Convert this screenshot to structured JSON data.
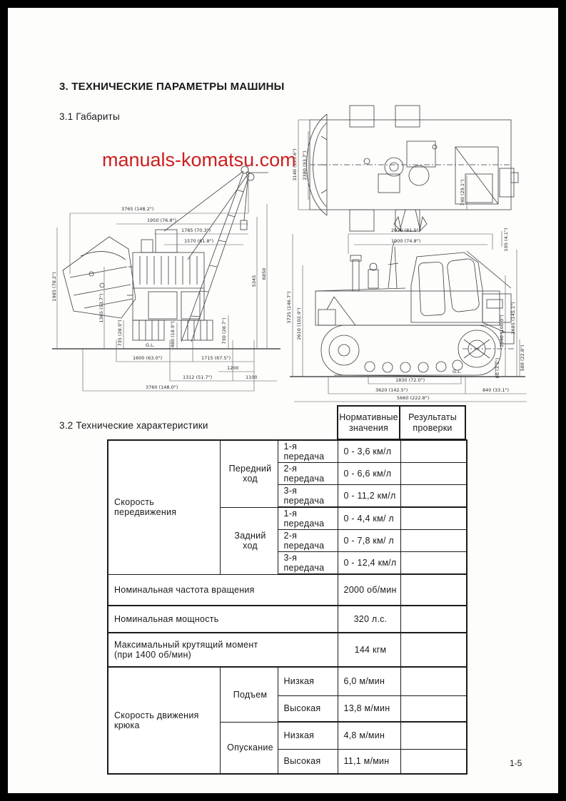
{
  "page": {
    "title": "3. ТЕХНИЧЕСКИЕ ПАРАМЕТРЫ МАШИНЫ",
    "section_3_1": "3.1  Габариты",
    "section_3_2": "3.2  Технические характеристики",
    "page_number": "1-5",
    "watermark_text": "manuals-komatsu.com",
    "watermark_color": "#cc1f1f"
  },
  "drawings": {
    "front": {
      "dims": [
        "3765 (148.2\")",
        "1950 (76.8\")",
        "1785 (70.3\")",
        "1570 (61.8\")",
        "5345",
        "6850",
        "1985 (78.2\")",
        "1365 (53.7\")",
        "735 (28.9\")",
        "730 (28.7\")",
        "480 (18.9\")",
        "1600 (63.0\")",
        "1715 (67.5\")",
        "1200",
        "1312 (51.7\")",
        "1100",
        "3760 (148.0\")",
        "G.L."
      ]
    },
    "top": {
      "dims": [
        "3140 (123.6\")",
        "2380 (93.7\")",
        "740 (29.1\")"
      ]
    },
    "side": {
      "dims": [
        "2070 (81.5\")",
        "1900 (74.8\")",
        "105 (4.1\")",
        "3725 (146.7\")",
        "2610 (102.9\")",
        "2540 (100.0\")",
        "3685 (145.1\")",
        "1830 (72.0\")",
        "3620 (142.5\")",
        "840 (33.1\")",
        "5660 (222.8\")",
        "580 (22.8\")",
        "80 (3.1\")",
        "G.L."
      ]
    }
  },
  "specs_table": {
    "header": {
      "normative": "Нормативные значения",
      "results": "Результаты проверки"
    },
    "travel": {
      "label": "Скорость передвижения",
      "forward_label": "Передний ход",
      "reverse_label": "Задний ход",
      "forward": [
        {
          "gear": "1-я передача",
          "value": "0 - 3,6 км/л"
        },
        {
          "gear": "2-я передача",
          "value": "0 - 6,6 км/л"
        },
        {
          "gear": "3-я передача",
          "value": "0 - 11,2 км/л"
        }
      ],
      "reverse": [
        {
          "gear": "1-я передача",
          "value": "0 - 4,4 км/ л"
        },
        {
          "gear": "2-я передача",
          "value": "0 - 7,8 км/ л"
        },
        {
          "gear": "3-я передача",
          "value": "0 - 12,4 км/л"
        }
      ]
    },
    "rated_speed": {
      "label": "Номинальная частота вращения",
      "value": "2000 об/мин"
    },
    "rated_power": {
      "label": "Номинальная мощность",
      "value": "320 л.с."
    },
    "max_torque": {
      "label_line1": "Максимальный крутящий момент",
      "label_line2": "(при 1400 об/мин)",
      "value": "144 кгм"
    },
    "hook": {
      "label": "Скорость движения крюка",
      "raise_label": "Подъем",
      "lower_label": "Опускание",
      "raise": [
        {
          "mode": "Низкая",
          "value": "6,0 м/мин"
        },
        {
          "mode": "Высокая",
          "value": "13,8 м/мин"
        }
      ],
      "lower": [
        {
          "mode": "Низкая",
          "value": "4,8 м/мин"
        },
        {
          "mode": "Высокая",
          "value": "11,1 м/мин"
        }
      ]
    }
  }
}
